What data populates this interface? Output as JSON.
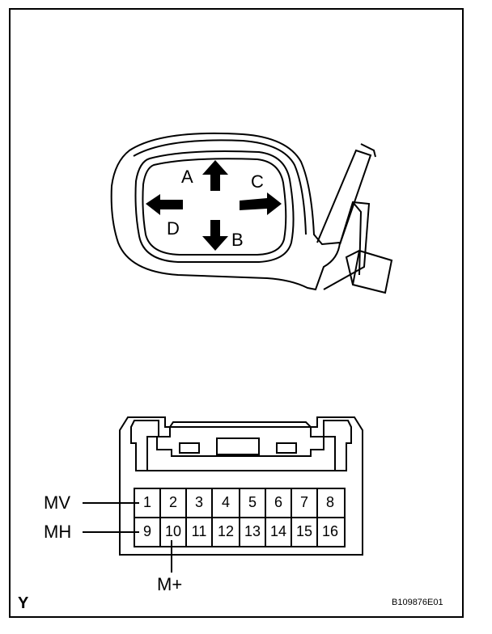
{
  "mirror": {
    "directions": {
      "up": "A",
      "down": "B",
      "right": "C",
      "left": "D"
    }
  },
  "connector": {
    "pins_row1": [
      "1",
      "2",
      "3",
      "4",
      "5",
      "6",
      "7",
      "8"
    ],
    "pins_row2": [
      "9",
      "10",
      "11",
      "12",
      "13",
      "14",
      "15",
      "16"
    ],
    "labels": {
      "mv": "MV",
      "mh": "MH",
      "mplus": "M+"
    }
  },
  "footer": {
    "corner_label": "Y",
    "figure_code": "B109876E01"
  }
}
